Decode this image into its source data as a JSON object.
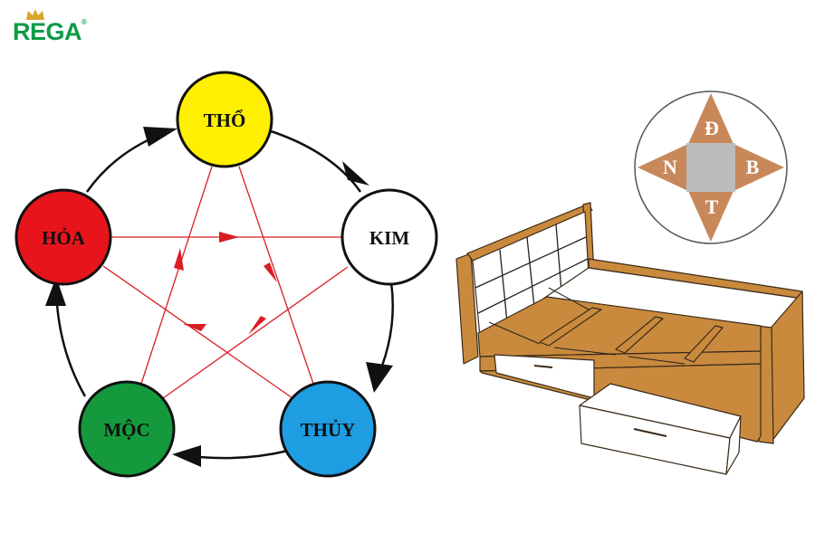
{
  "brand": {
    "name": "REGA",
    "mark": "®"
  },
  "five_elements": {
    "nodes": [
      {
        "id": "tho",
        "label": "THỔ",
        "color": "#ffef00"
      },
      {
        "id": "kim",
        "label": "KIM",
        "color": "#ffffff"
      },
      {
        "id": "thuy",
        "label": "THỦY",
        "color": "#1e9de2"
      },
      {
        "id": "moc",
        "label": "MỘC",
        "color": "#149a3c"
      },
      {
        "id": "hoa",
        "label": "HỎA",
        "color": "#e8141b"
      }
    ],
    "cycle_color": "#111111",
    "star_color": "#d81e24"
  },
  "compass": {
    "north": "N",
    "south": "Đ",
    "east": "B",
    "west": "T",
    "point_color": "#c8885a",
    "center_color": "#bcbcbc"
  },
  "bed": {
    "wood_color": "#c98a3e",
    "panel_color": "#ffffff"
  }
}
